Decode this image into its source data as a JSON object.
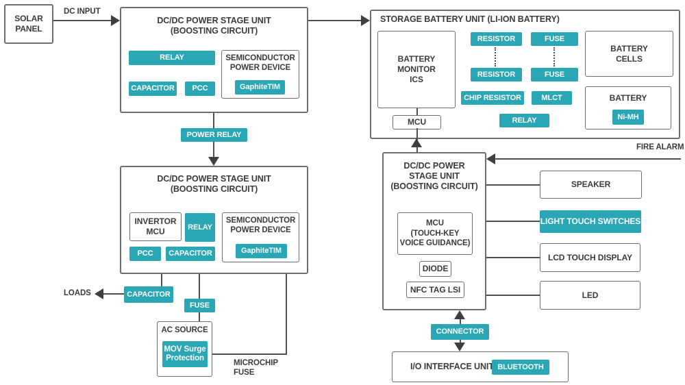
{
  "colors": {
    "accent_teal": "#2aa6b4",
    "line": "#4e4e4e",
    "border": "#6d6d6d",
    "text": "#3b3b3b"
  },
  "labels": {
    "solar_panel": "SOLAR\nPANEL",
    "dc_input": "DC INPUT",
    "dcdc_title": "DC/DC POWER STAGE UNIT\n(BOOSTING CIRCUIT)",
    "relay": "RELAY",
    "capacitor": "CAPACITOR",
    "pcc": "PCC",
    "semiconductor": "SEMICONDUCTOR\nPOWER DEVICE",
    "gaphite_tim": "GaphiteTIM",
    "power_relay": "POWER RELAY",
    "storage_title": "STORAGE BATTERY UNIT (LI-ION BATTERY)",
    "battery_monitor": "BATTERY\nMONITOR\nICS",
    "mcu": "MCU",
    "resistor": "RESISTOR",
    "fuse": "FUSE",
    "chip_resistor": "CHIP RESISTOR",
    "mlct": "MLCT",
    "battery_cells": "BATTERY\nCELLS",
    "battery": "BATTERY",
    "ni_mh": "Ni-MH",
    "fire_alarm": "FIRE ALARM",
    "invertor_mcu": "INVERTOR\nMCU",
    "loads": "LOADS",
    "ac_source": "AC SOURCE",
    "mov_surge": "MOV Surge\nProtection",
    "microchip_fuse": "MICROCHIP\nFUSE",
    "dcdc3_title": "DC/DC POWER\nSTAGE UNIT\n(BOOSTING CIRCUIT)",
    "mcu_touch": "MCU\n(TOUCH-KEY\nVOICE GUIDANCE)",
    "diode": "DIODE",
    "nfc_tag": "NFC TAG LSI",
    "speaker": "SPEAKER",
    "light_touch_switches": "LIGHT TOUCH SWITCHES",
    "lcd_touch_display": "LCD TOUCH DISPLAY",
    "led": "LED",
    "connector": "CONNECTOR",
    "io_unit": "I/O INTERFACE UNIT",
    "bluetooth": "BLUETOOTH"
  }
}
